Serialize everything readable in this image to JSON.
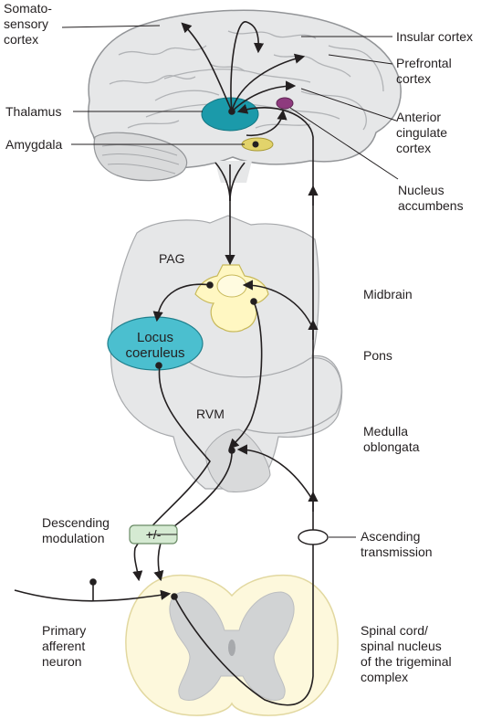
{
  "labels": {
    "somatosensory_cortex": "Somato-\nsensory\ncortex",
    "insular_cortex": "Insular cortex",
    "prefrontal_cortex": "Prefrontal\ncortex",
    "thalamus": "Thalamus",
    "anterior_cingulate_cortex": "Anterior\ncingulate\ncortex",
    "amygdala": "Amygdala",
    "nucleus_accumbens": "Nucleus\naccumbens",
    "pag": "PAG",
    "midbrain": "Midbrain",
    "locus_coeruleus": "Locus\ncoeruleus",
    "pons": "Pons",
    "rvm": "RVM",
    "medulla_oblongata": "Medulla\noblongata",
    "descending_modulation": "Descending\nmodulation",
    "modulation_sign": "+/-",
    "ascending_transmission": "Ascending\ntransmission",
    "primary_afferent_neuron": "Primary\nafferent\nneuron",
    "spinal_cord": "Spinal cord/\nspinal nucleus\nof the trigeminal\ncomplex"
  },
  "colors": {
    "brain_fill": "#e6e7e8",
    "brain_stroke": "#939598",
    "thalamus": "#1b9aaa",
    "locus_coeruleus": "#4bbfcf",
    "amygdala": "#e2d36b",
    "nucleus_accumbens": "#8e3b7e",
    "pag": "#fff7c2",
    "modulation_box": "#d5ead2",
    "spinal_outer": "#fdf8dc",
    "spinal_grey": "#d1d3d4",
    "line": "#231f20"
  }
}
